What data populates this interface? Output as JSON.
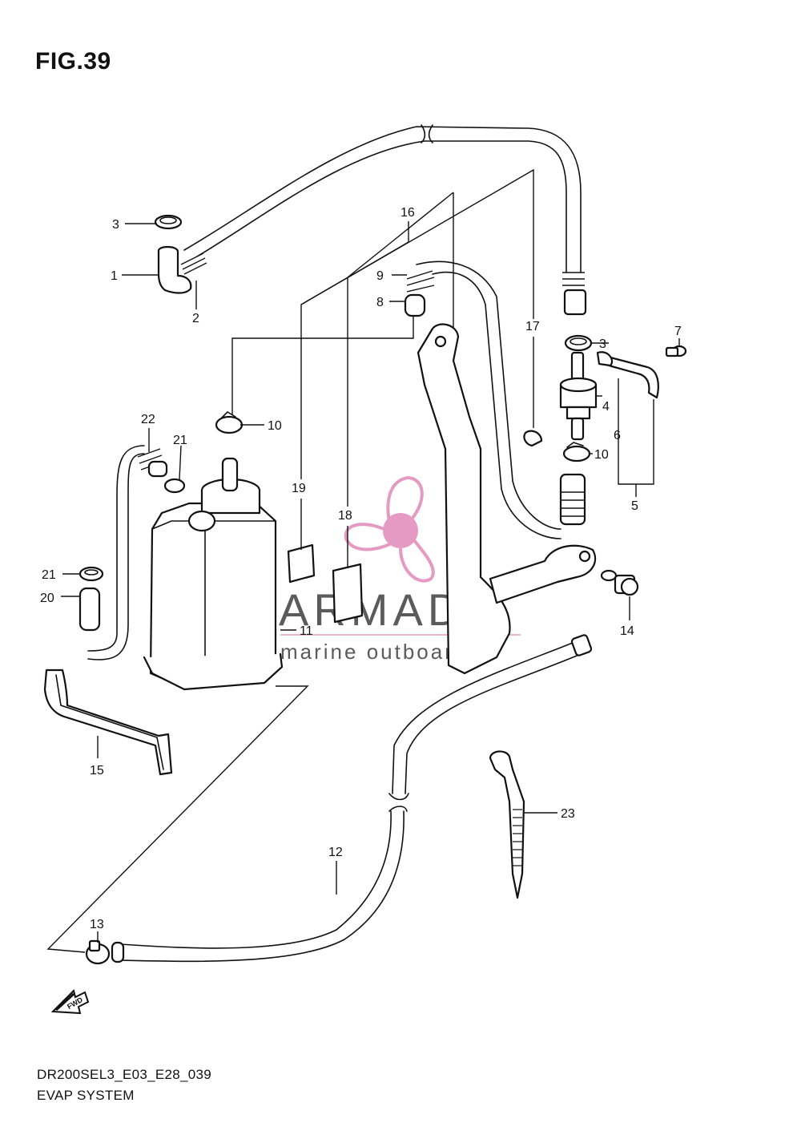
{
  "figure": {
    "title": "FIG.39"
  },
  "footer": {
    "code": "DR200SEL3_E03_E28_039",
    "name": "EVAP SYSTEM"
  },
  "watermark": {
    "brand": "ARMADA",
    "tagline": "marine outboards",
    "accent_color": "#e59ac4"
  },
  "direction_marker": {
    "label": "FWD"
  },
  "callouts": {
    "c1": "1",
    "c2": "2",
    "c3a": "3",
    "c3b": "3",
    "c4": "4",
    "c5": "5",
    "c6": "6",
    "c7": "7",
    "c8": "8",
    "c9": "9",
    "c10a": "10",
    "c10b": "10",
    "c11": "11",
    "c12": "12",
    "c13": "13",
    "c14": "14",
    "c15": "15",
    "c16": "16",
    "c17": "17",
    "c18": "18",
    "c19": "19",
    "c20": "20",
    "c21a": "21",
    "c21b": "21",
    "c22": "22",
    "c23": "23"
  }
}
